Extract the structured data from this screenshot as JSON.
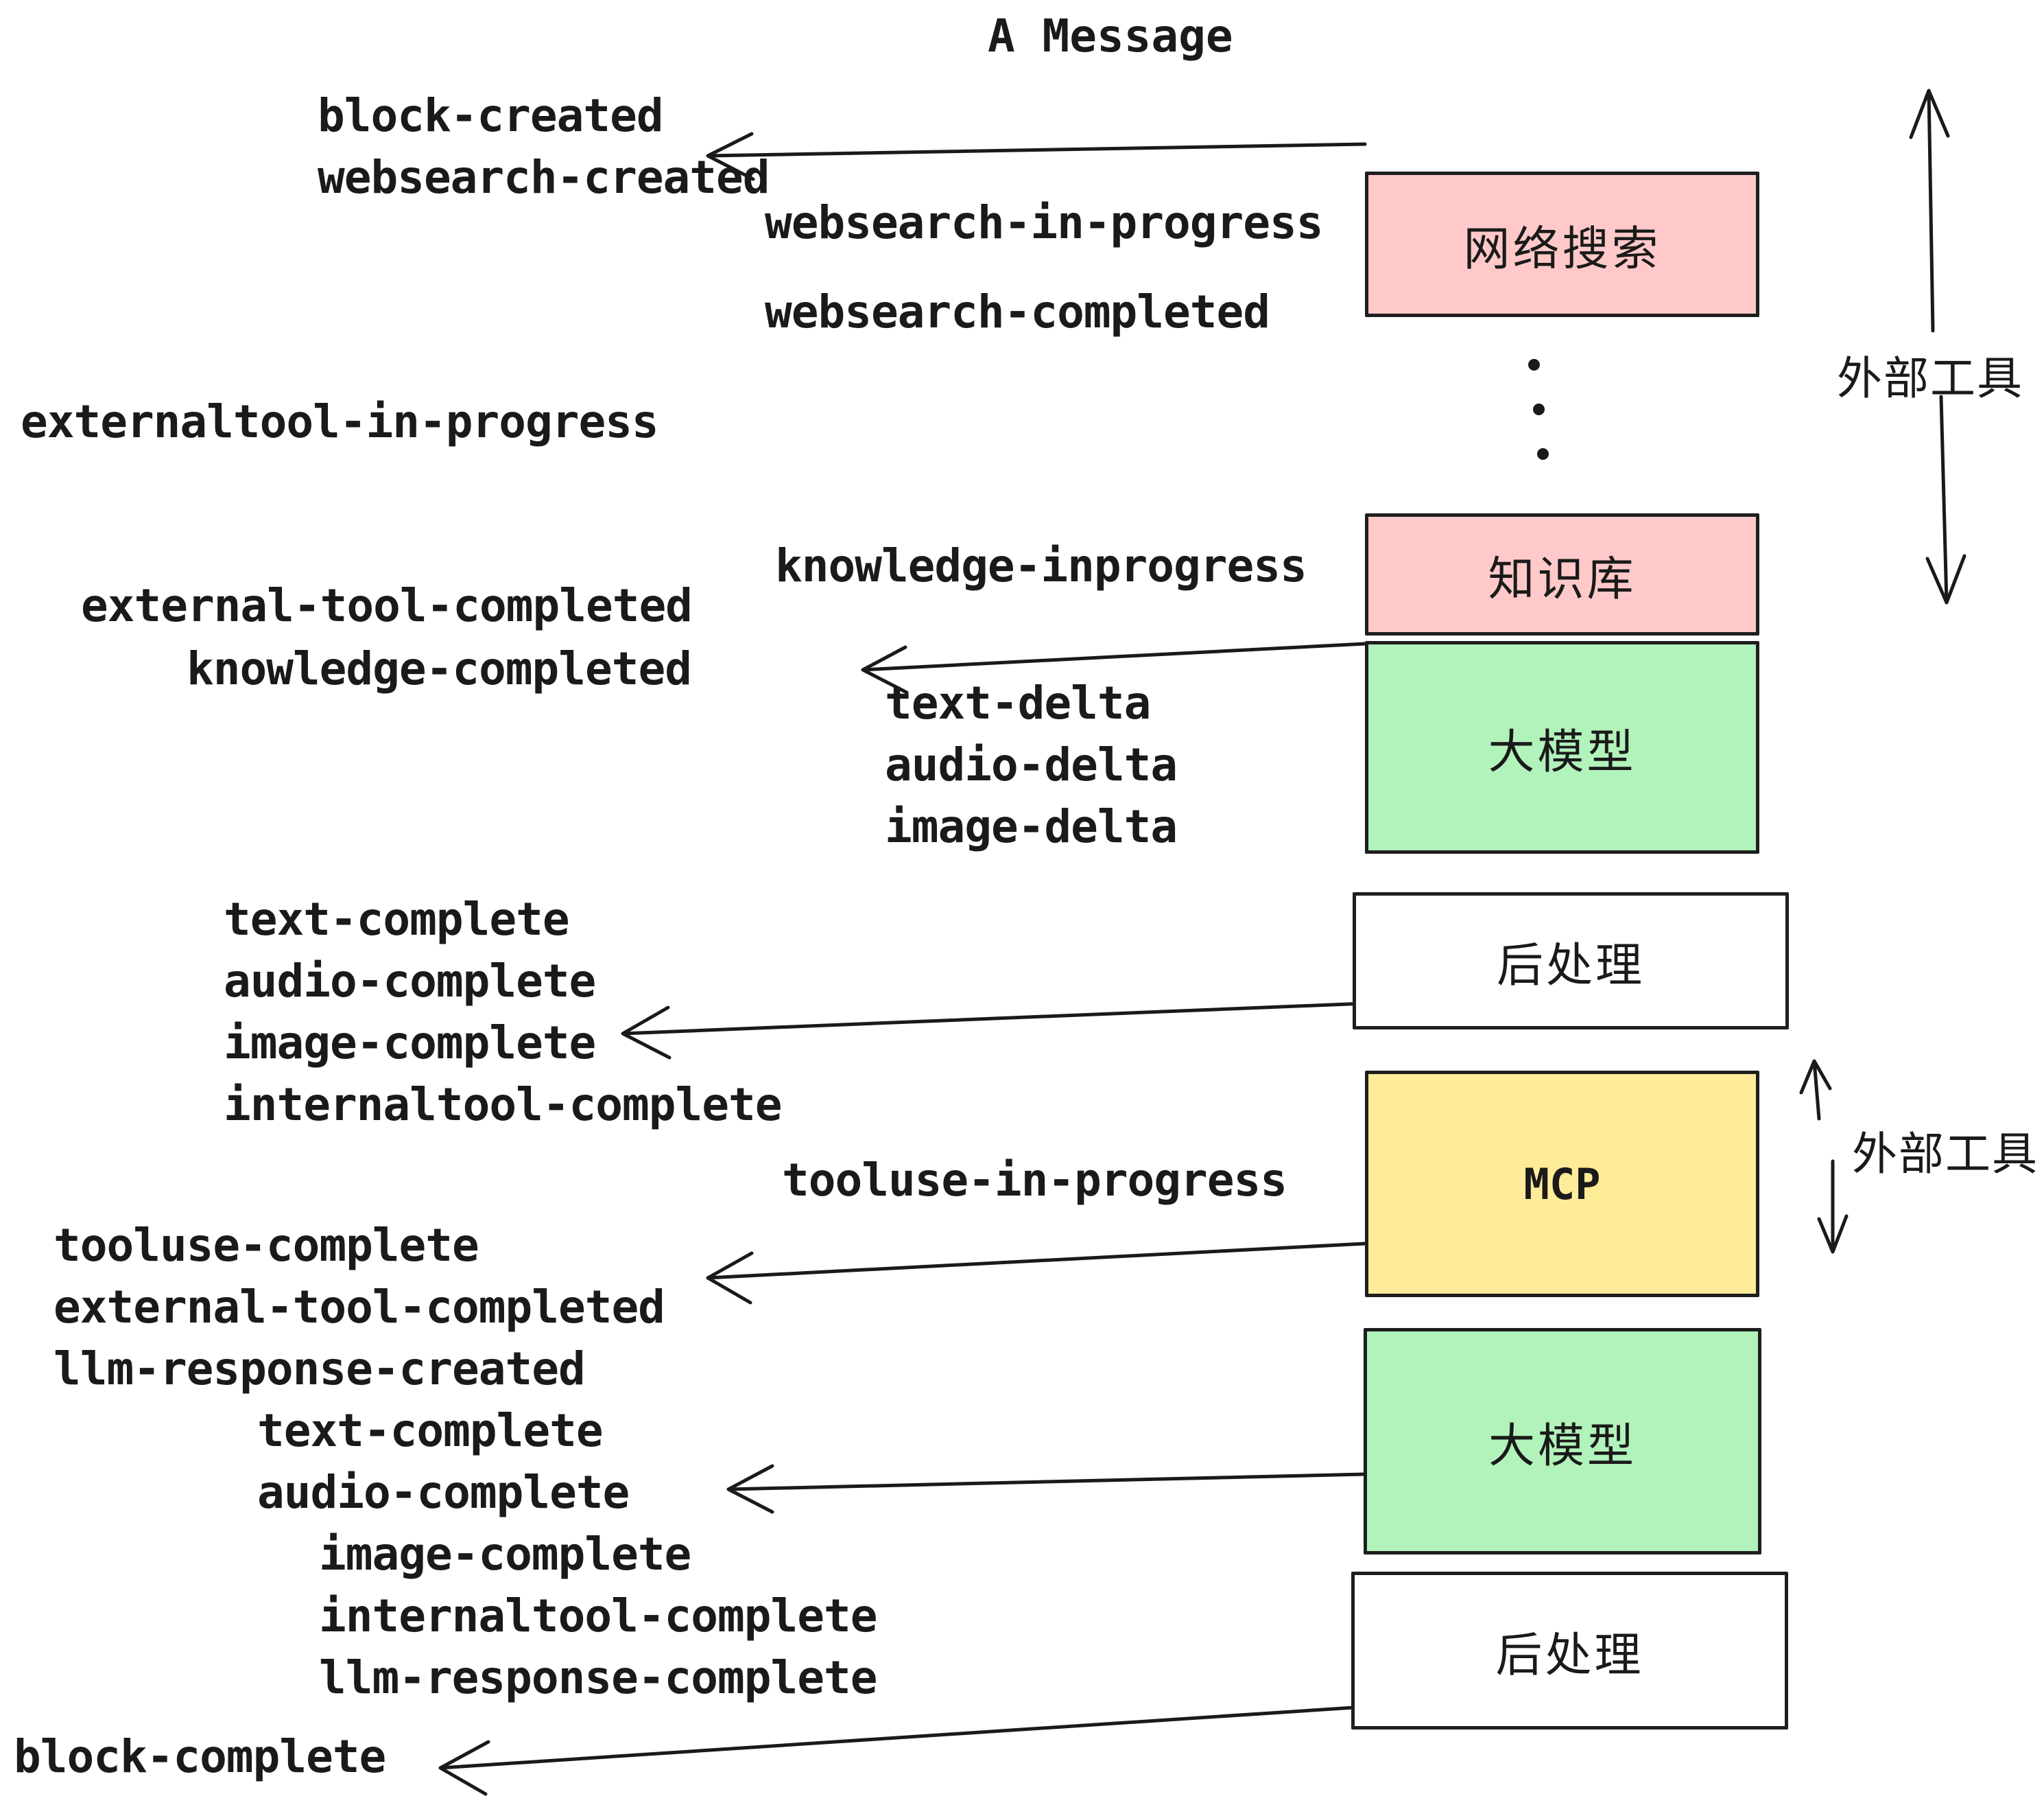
{
  "title": "A Message",
  "events": {
    "block_created": "block-created",
    "websearch_created": "websearch-created",
    "websearch_in_progress": "websearch-in-progress",
    "websearch_completed": "websearch-completed",
    "externaltool_in_progress": "externaltool-in-progress",
    "knowledge_inprogress": "knowledge-inprogress",
    "external_tool_completed_1": "external-tool-completed",
    "knowledge_completed": "knowledge-completed",
    "text_delta_1": "text-delta",
    "audio_delta_1": "audio-delta",
    "image_delta_1": "image-delta",
    "text_complete_1": "text-complete",
    "audio_complete_1": "audio-complete",
    "image_complete_1": "image-complete",
    "internaltool_complete_1": "internaltool-complete",
    "tooluse_in_progress": "tooluse-in-progress",
    "tooluse_complete": "tooluse-complete",
    "external_tool_completed_2": "external-tool-completed",
    "llm_response_created": "llm-response-created",
    "text_complete_2": "text-complete",
    "audio_complete_2": "audio-complete",
    "image_complete_2": "image-complete",
    "internaltool_complete_2": "internaltool-complete",
    "llm_response_complete": "llm-response-complete",
    "block_complete": "block-complete"
  },
  "boxes": {
    "websearch": {
      "label": "网络搜索",
      "color": "#ffc9c9"
    },
    "knowledge": {
      "label": "知识库",
      "color": "#ffc9c9"
    },
    "llm_1": {
      "label": "大模型",
      "color": "#b2f2bb"
    },
    "post_1": {
      "label": "后处理",
      "color": "#ffffff"
    },
    "mcp": {
      "label": "MCP",
      "color": "#ffec99"
    },
    "llm_2": {
      "label": "大模型",
      "color": "#b2f2bb"
    },
    "post_2": {
      "label": "后处理",
      "color": "#ffffff"
    }
  },
  "side_labels": {
    "external_tools_top": "外部工具",
    "external_tools_bottom": "外部工具"
  },
  "colors": {
    "ink": "#1a1a1a",
    "pink": "#ffc9c9",
    "green": "#b2f2bb",
    "yellow": "#ffec99",
    "white": "#ffffff"
  }
}
